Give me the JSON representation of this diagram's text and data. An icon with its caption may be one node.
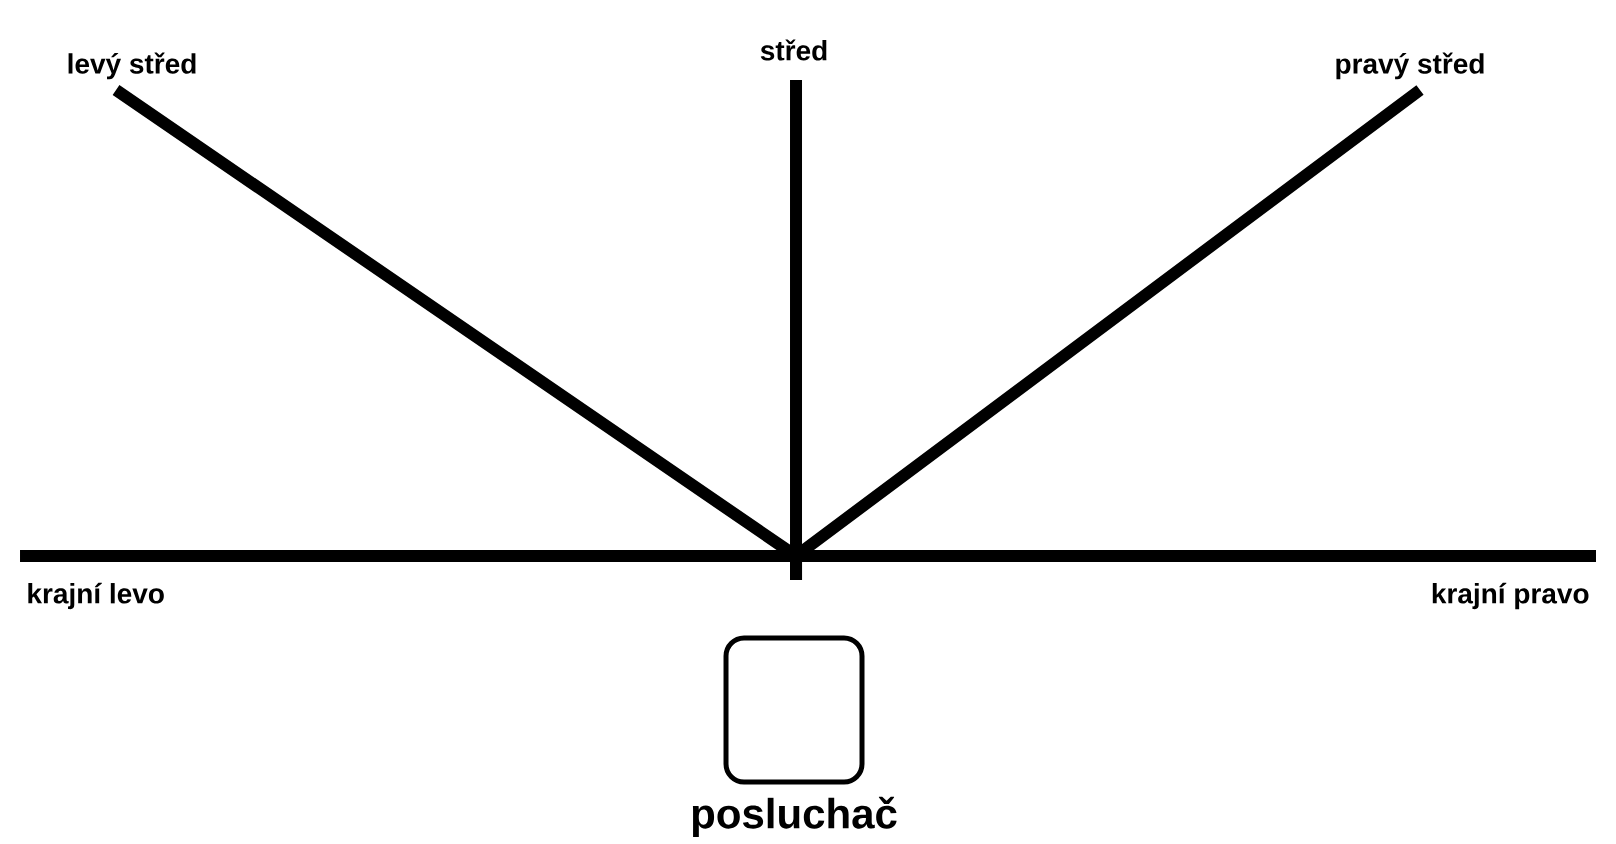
{
  "diagram": {
    "nodes": [
      {
        "text": [
          "levý střed"
        ]
      },
      {
        "text": [
          "střed"
        ]
      },
      {
        "text": [
          "pravý střed"
        ]
      },
      {
        "text": [
          "krajní levo"
        ]
      },
      {
        "text": [
          "krajní pravo"
        ]
      },
      {
        "text": [
          "posluchač"
        ]
      }
    ],
    "edges": [
      {
        "from": 5,
        "to": 0,
        "arrow": "none"
      },
      {
        "from": 5,
        "to": 1,
        "arrow": "none"
      },
      {
        "from": 5,
        "to": 2,
        "arrow": "none"
      },
      {
        "from": 5,
        "to": 3,
        "arrow": "none"
      },
      {
        "from": 5,
        "to": 4,
        "arrow": "none"
      }
    ]
  }
}
